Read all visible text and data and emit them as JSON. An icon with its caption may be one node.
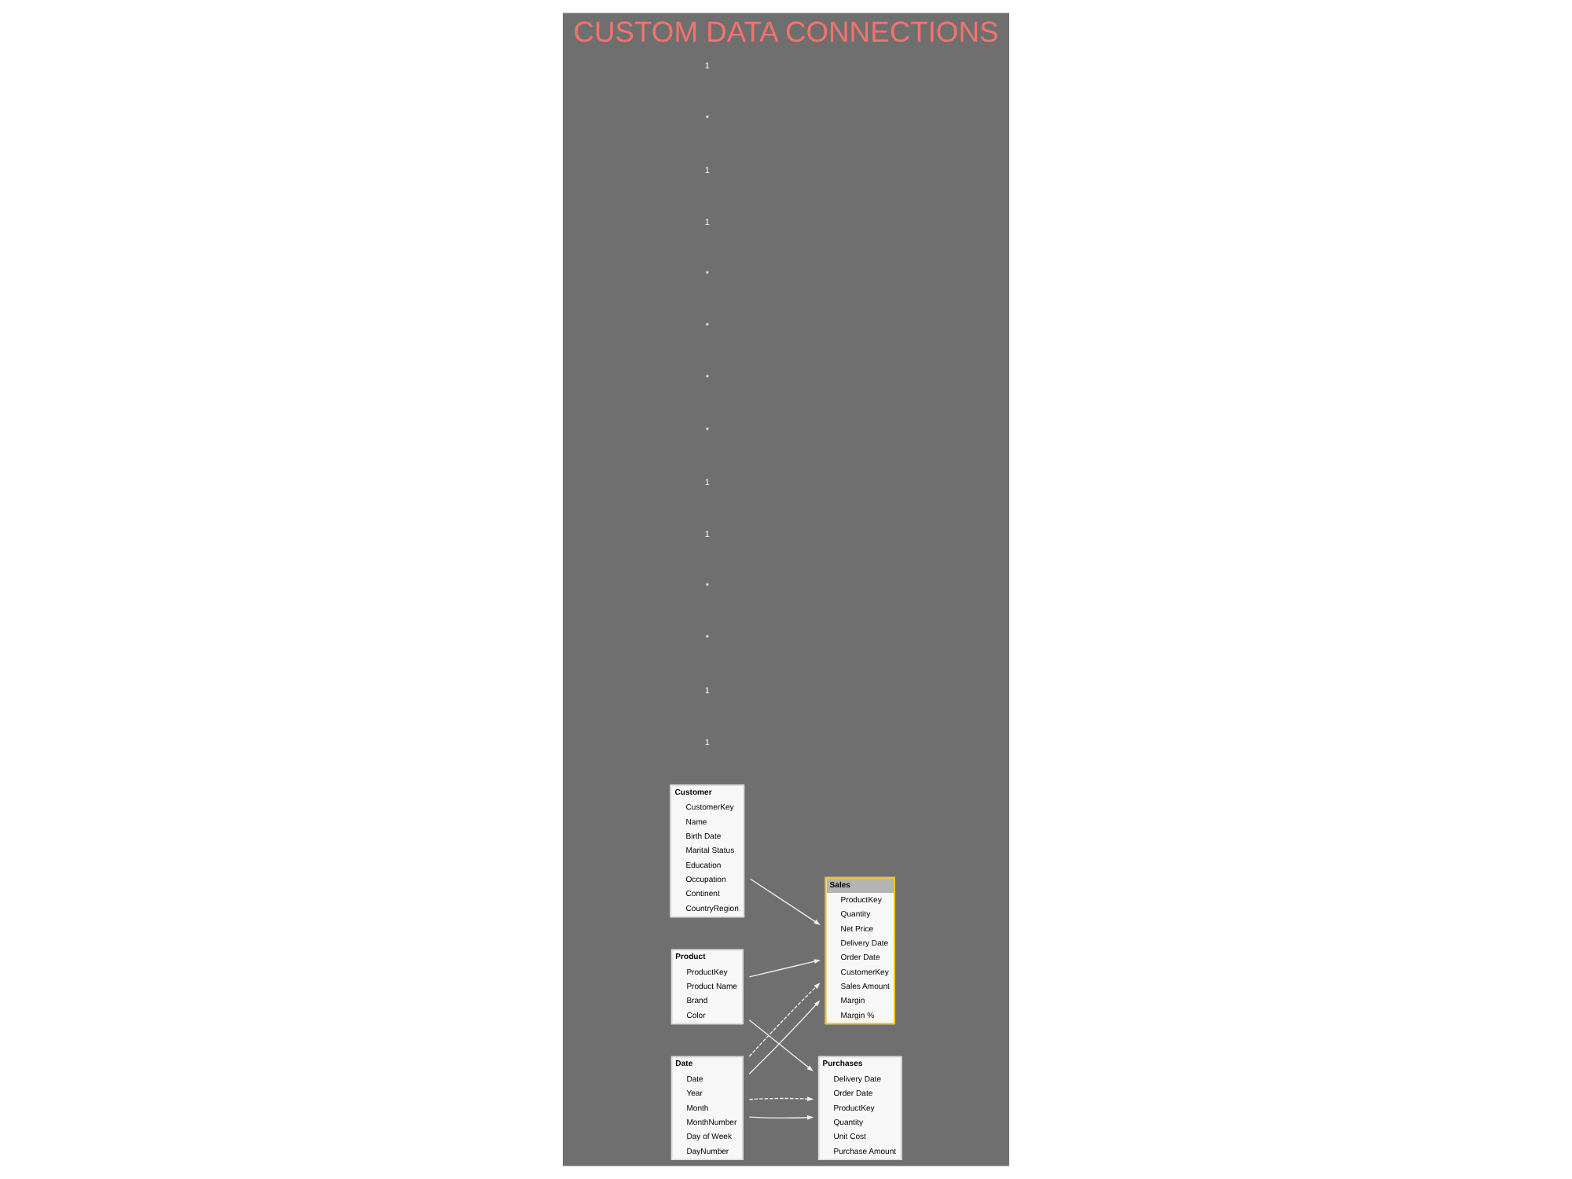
{
  "diagram": {
    "title": "CUSTOM DATA CONNECTIONS",
    "nodes": [
      {
        "text": [
          "Date",
          "Date",
          "Year",
          "Month",
          "MonthNumber",
          "Day of Week",
          "DayNumber"
        ]
      },
      {
        "text": [
          "Sales",
          "ProductKey",
          "Quantity",
          "Net Price",
          "Delivery Date",
          "Order Date",
          "CustomerKey",
          "Sales Amount",
          "Margin",
          "Margin %"
        ]
      },
      {
        "text": [
          "Purchases",
          "Delivery Date",
          "Order Date",
          "ProductKey",
          "Quantity",
          "Unit Cost",
          "Purchase Amount"
        ]
      },
      {
        "text": [
          "Customer",
          "CustomerKey",
          "Name",
          "Birth Date",
          "Marital Status",
          "Education",
          "Occupation",
          "Continent",
          "CountryRegion"
        ]
      },
      {
        "text": [
          "Product",
          "ProductKey",
          "Product Name",
          "Brand",
          "Color"
        ]
      }
    ],
    "edges": [
      {
        "from": 0,
        "to": 1,
        "arrow": "to"
      },
      {
        "from": 0,
        "to": 1,
        "arrow": "to",
        "style": "dashed"
      },
      {
        "from": 3,
        "to": 1,
        "arrow": "to"
      },
      {
        "from": 0,
        "to": 2,
        "arrow": "to"
      },
      {
        "from": 0,
        "to": 2,
        "arrow": "to",
        "style": "dashed"
      },
      {
        "from": 4,
        "to": 2,
        "arrow": "to"
      },
      {
        "from": 4,
        "to": 1,
        "arrow": "to"
      }
    ],
    "labels": [
      "1",
      "1",
      "*",
      "*",
      "1",
      "1",
      "*",
      "*",
      "*",
      "*",
      "1",
      "1",
      "*",
      "1"
    ]
  }
}
